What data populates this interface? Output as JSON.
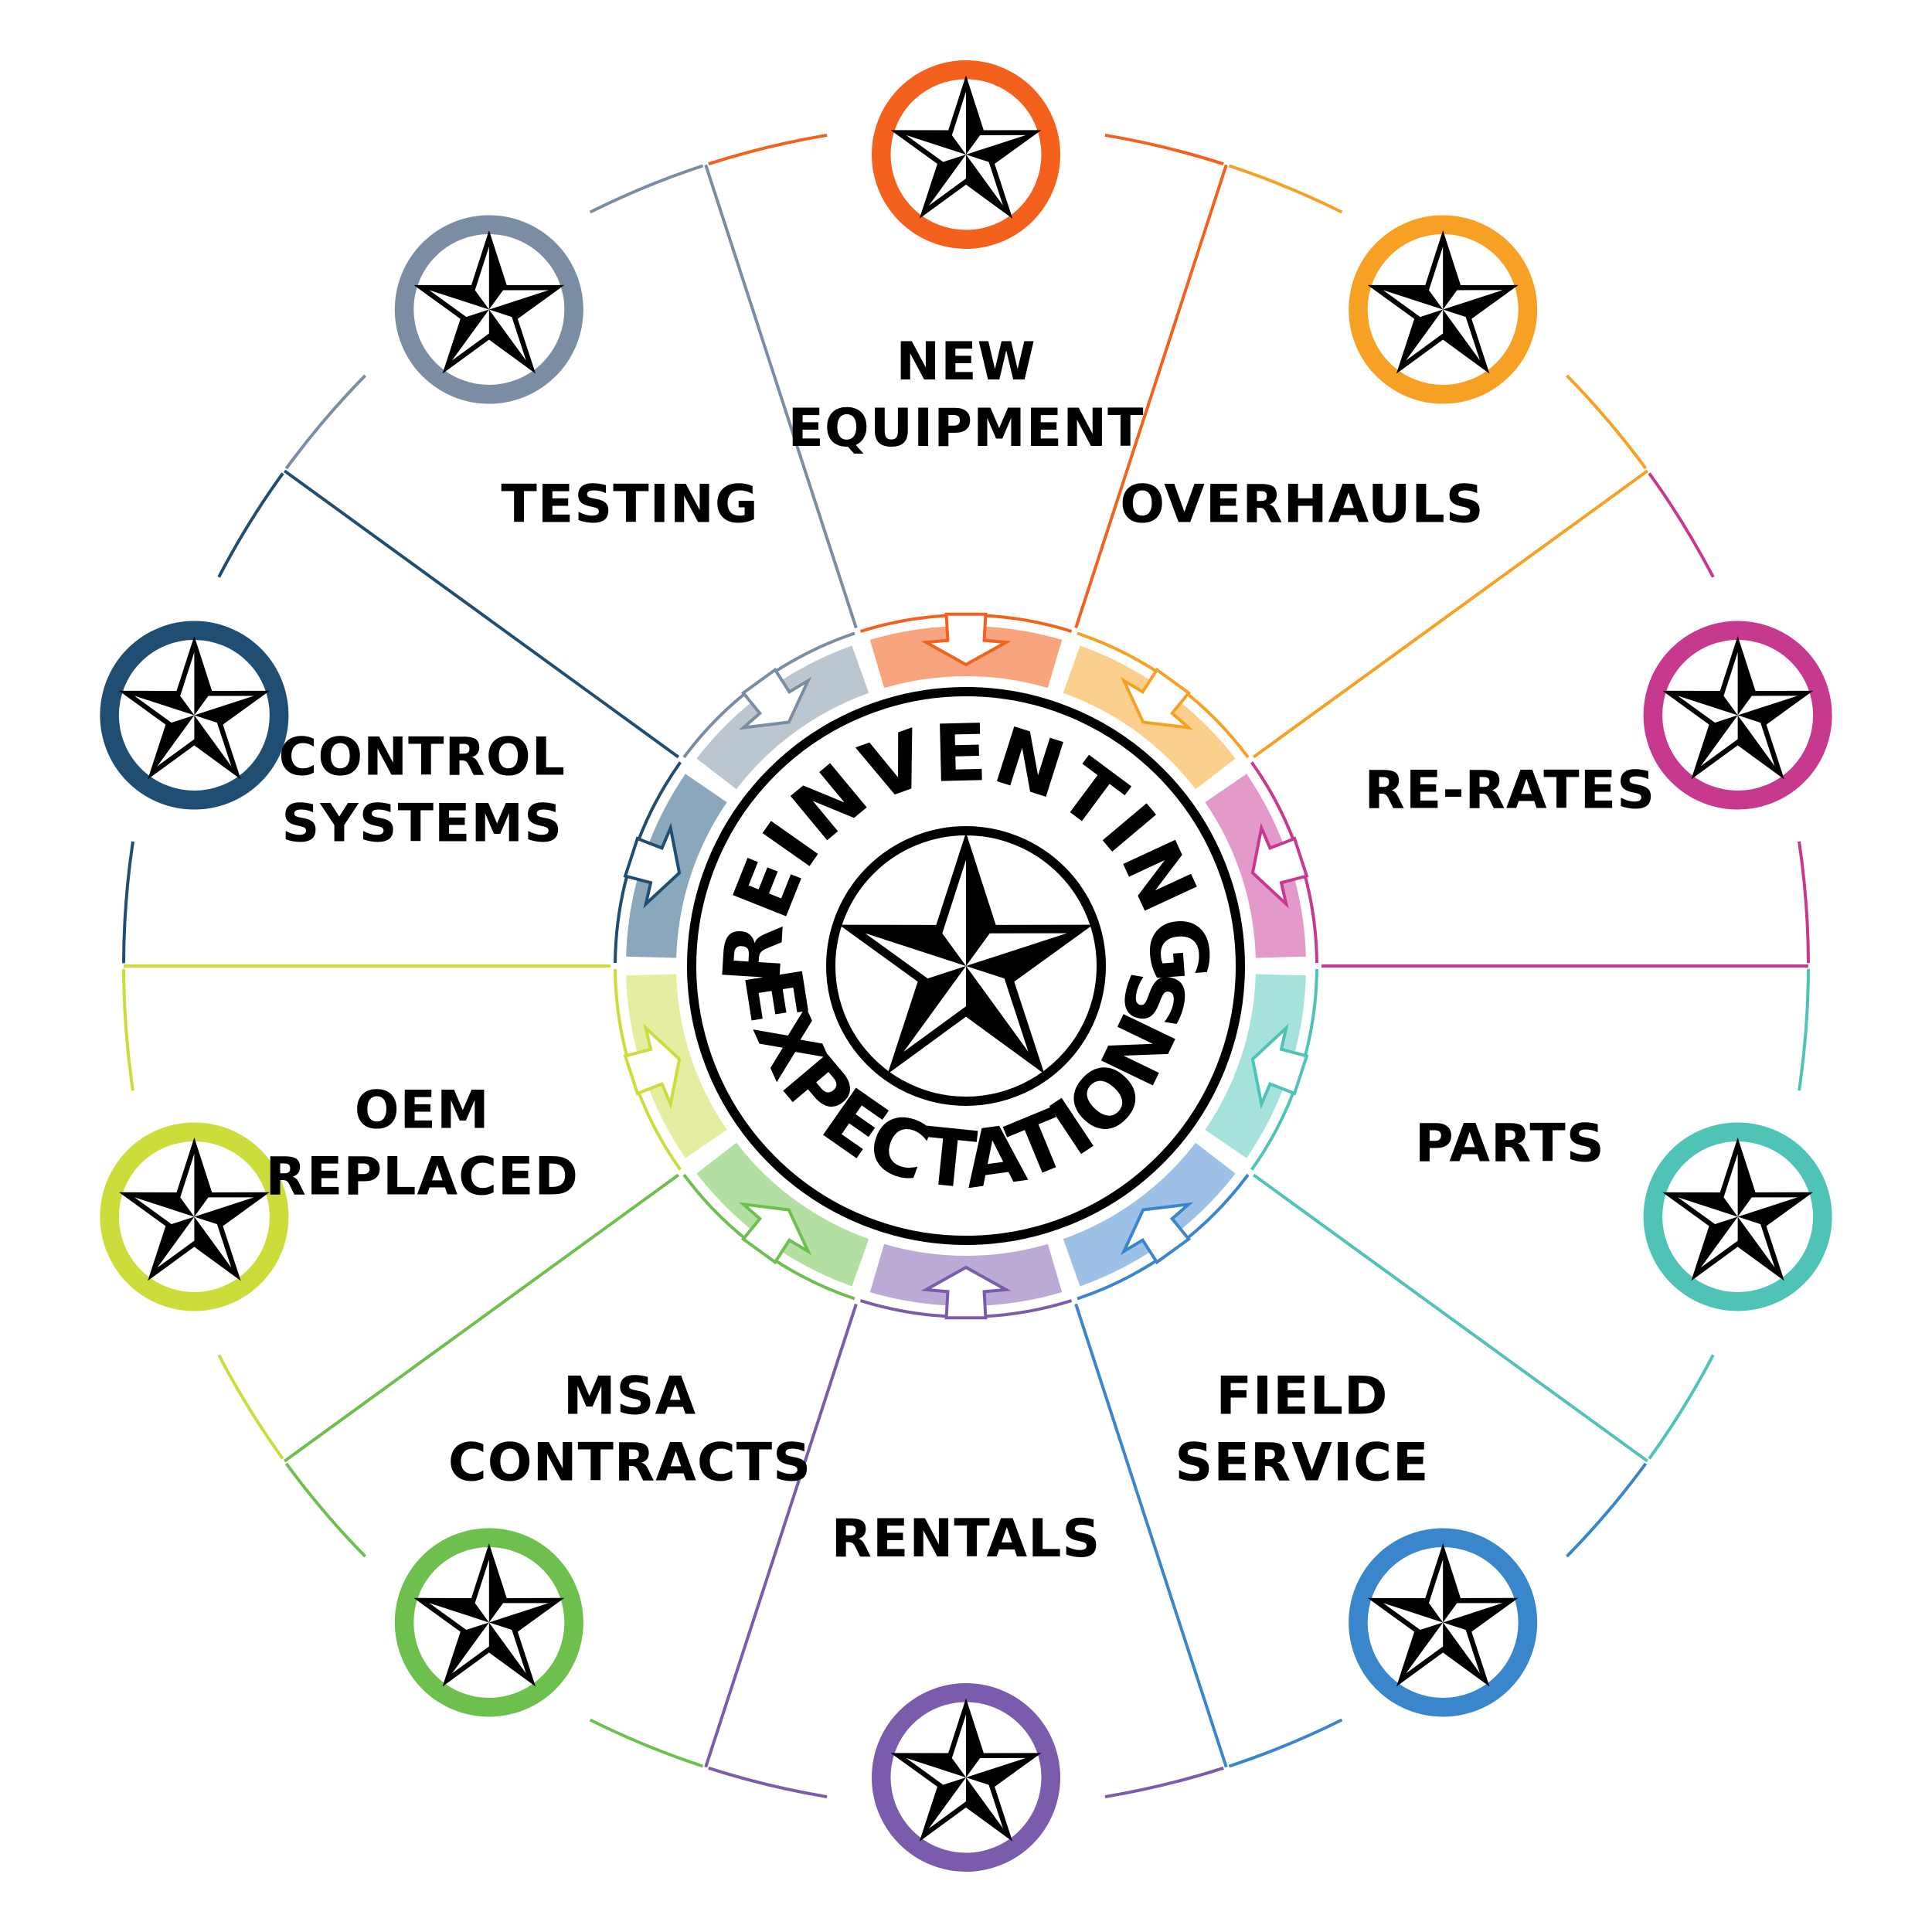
{
  "logo": {
    "top_text": "REINVENTING",
    "bottom_text": "EXPECTATIONS"
  },
  "segments": [
    {
      "id": "new-equipment",
      "lines": [
        "NEW",
        "EQUIPMENT"
      ],
      "color": "#F4611C",
      "light": "#F8A57F"
    },
    {
      "id": "overhauls",
      "lines": [
        "OVERHAULS"
      ],
      "color": "#F7A124",
      "light": "#FCCF8C"
    },
    {
      "id": "re-rates",
      "lines": [
        "RE-RATES"
      ],
      "color": "#C7398F",
      "light": "#E39ACA"
    },
    {
      "id": "parts",
      "lines": [
        "PARTS"
      ],
      "color": "#4FC3B6",
      "light": "#A5E2DC"
    },
    {
      "id": "field-service",
      "lines": [
        "FIELD",
        "SERVICE"
      ],
      "color": "#3A86CC",
      "light": "#9DC0E6"
    },
    {
      "id": "rentals",
      "lines": [
        "RENTALS"
      ],
      "color": "#7A5BAC",
      "light": "#BBA9D6"
    },
    {
      "id": "msa-contracts",
      "lines": [
        "MSA",
        "CONTRACTS"
      ],
      "color": "#6EC04E",
      "light": "#B3DFA2"
    },
    {
      "id": "oem-replaced",
      "lines": [
        "OEM",
        "REPLACED"
      ],
      "color": "#CCDC3A",
      "light": "#E5EDA0"
    },
    {
      "id": "control-systems",
      "lines": [
        "CONTROL",
        "SYSTEMS"
      ],
      "color": "#1F4E72",
      "light": "#8AA7BB"
    },
    {
      "id": "testing",
      "lines": [
        "TESTING"
      ],
      "color": "#7A8DA2",
      "light": "#BBC6D1"
    }
  ],
  "icons": {
    "node": "nautical-star-icon",
    "center": "nautical-star-icon"
  }
}
